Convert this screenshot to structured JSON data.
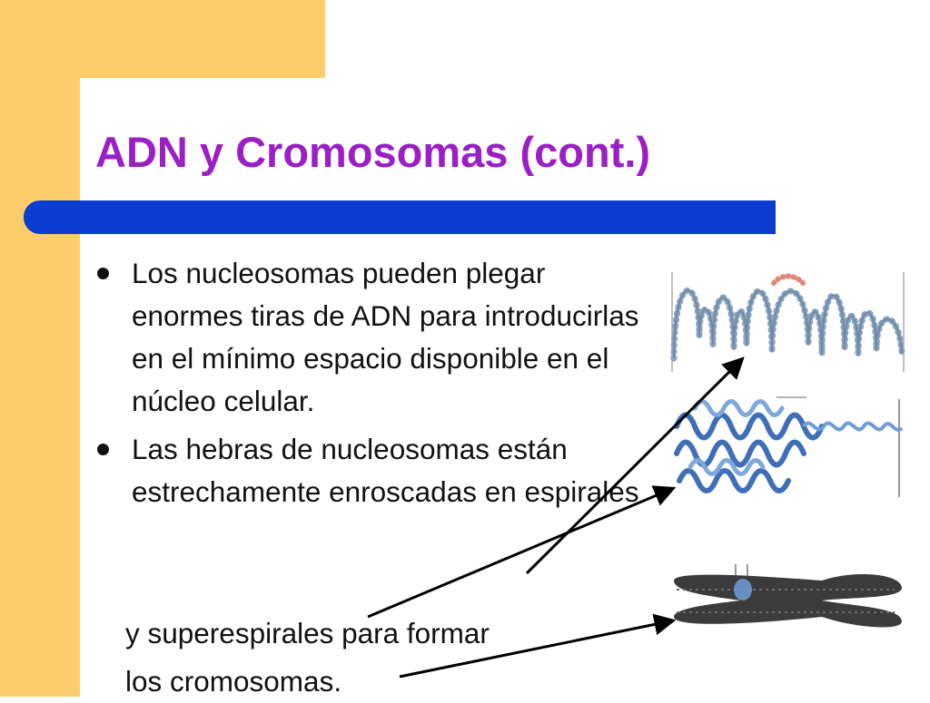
{
  "slide": {
    "title": "ADN y Cromosomas (cont.)",
    "bullets": [
      "Los nucleosomas pueden plegar enormes tiras de ADN para introducirlas en el mínimo espacio disponible en el núcleo celular.",
      "Las hebras de nucleosomas están estrechamente enroscadas en espirales"
    ],
    "continuation": [
      "y superespirales para formar",
      "los cromosomas."
    ]
  },
  "colors": {
    "frame": "#fdcd6b",
    "title": "#9a1fc4",
    "rule": "#0a3dd0",
    "text": "#111111"
  },
  "illustrations": [
    "dna-loops-illustration",
    "supercoil-illustration",
    "chromosome-illustration"
  ]
}
